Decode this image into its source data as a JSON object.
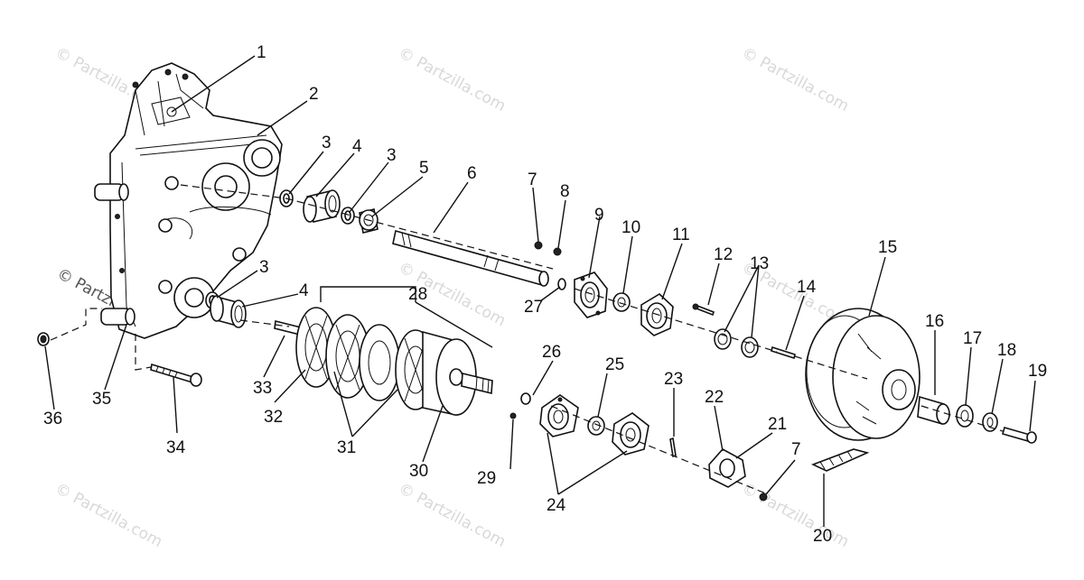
{
  "watermark": "© Partzilla.com",
  "callouts": [
    {
      "id": "c1",
      "text": "1"
    },
    {
      "id": "c2",
      "text": "2"
    },
    {
      "id": "c3a",
      "text": "3"
    },
    {
      "id": "c4a",
      "text": "4"
    },
    {
      "id": "c3b",
      "text": "3"
    },
    {
      "id": "c5",
      "text": "5"
    },
    {
      "id": "c6",
      "text": "6"
    },
    {
      "id": "c7a",
      "text": "7"
    },
    {
      "id": "c8",
      "text": "8"
    },
    {
      "id": "c9",
      "text": "9"
    },
    {
      "id": "c10",
      "text": "10"
    },
    {
      "id": "c11",
      "text": "11"
    },
    {
      "id": "c12",
      "text": "12"
    },
    {
      "id": "c13",
      "text": "13"
    },
    {
      "id": "c14",
      "text": "14"
    },
    {
      "id": "c15",
      "text": "15"
    },
    {
      "id": "c16",
      "text": "16"
    },
    {
      "id": "c17",
      "text": "17"
    },
    {
      "id": "c18",
      "text": "18"
    },
    {
      "id": "c19",
      "text": "19"
    },
    {
      "id": "c20",
      "text": "20"
    },
    {
      "id": "c21",
      "text": "21"
    },
    {
      "id": "c22",
      "text": "22"
    },
    {
      "id": "c23",
      "text": "23"
    },
    {
      "id": "c24",
      "text": "24"
    },
    {
      "id": "c25",
      "text": "25"
    },
    {
      "id": "c26",
      "text": "26"
    },
    {
      "id": "c27",
      "text": "27"
    },
    {
      "id": "c28",
      "text": "28"
    },
    {
      "id": "c29",
      "text": "29"
    },
    {
      "id": "c30",
      "text": "30"
    },
    {
      "id": "c31",
      "text": "31"
    },
    {
      "id": "c32",
      "text": "32"
    },
    {
      "id": "c33",
      "text": "33"
    },
    {
      "id": "c34",
      "text": "34"
    },
    {
      "id": "c35",
      "text": "35"
    },
    {
      "id": "c3c",
      "text": "3"
    },
    {
      "id": "c4b",
      "text": "4"
    },
    {
      "id": "c7b",
      "text": "7"
    },
    {
      "id": "c36",
      "text": "36"
    }
  ]
}
